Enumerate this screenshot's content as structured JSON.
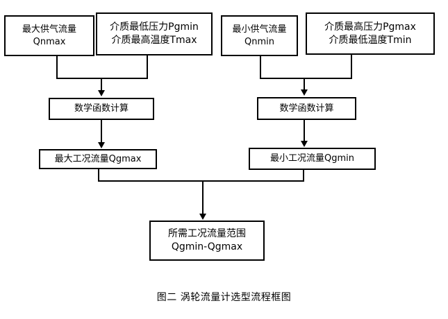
{
  "figure": {
    "caption": "图二  涡轮流量计选型流程框图"
  },
  "nodes": {
    "qnmax": {
      "line1": "最大供气流量",
      "line2": "Qnmax"
    },
    "pgmin": {
      "line1": "介质最低压力Pgmin",
      "line2": "介质最高温度Tmax"
    },
    "qnmin": {
      "line1": "最小供气流量",
      "line2": "Qnmin"
    },
    "pgmax": {
      "line1": "介质最高压力Pgmax",
      "line2": "介质最低温度Tmin"
    },
    "calc_left": {
      "line1": "数学函数计算"
    },
    "calc_right": {
      "line1": "数学函数计算"
    },
    "qgmax": {
      "line1": "最大工况流量Qgmax"
    },
    "qgmin": {
      "line1": "最小工况流量Qgmin"
    },
    "range": {
      "line1": "所需工况流量范围",
      "line2": "Qgmin-Qgmax"
    }
  },
  "colors": {
    "stroke": "#000000",
    "fill": "#ffffff",
    "text": "#000000"
  }
}
